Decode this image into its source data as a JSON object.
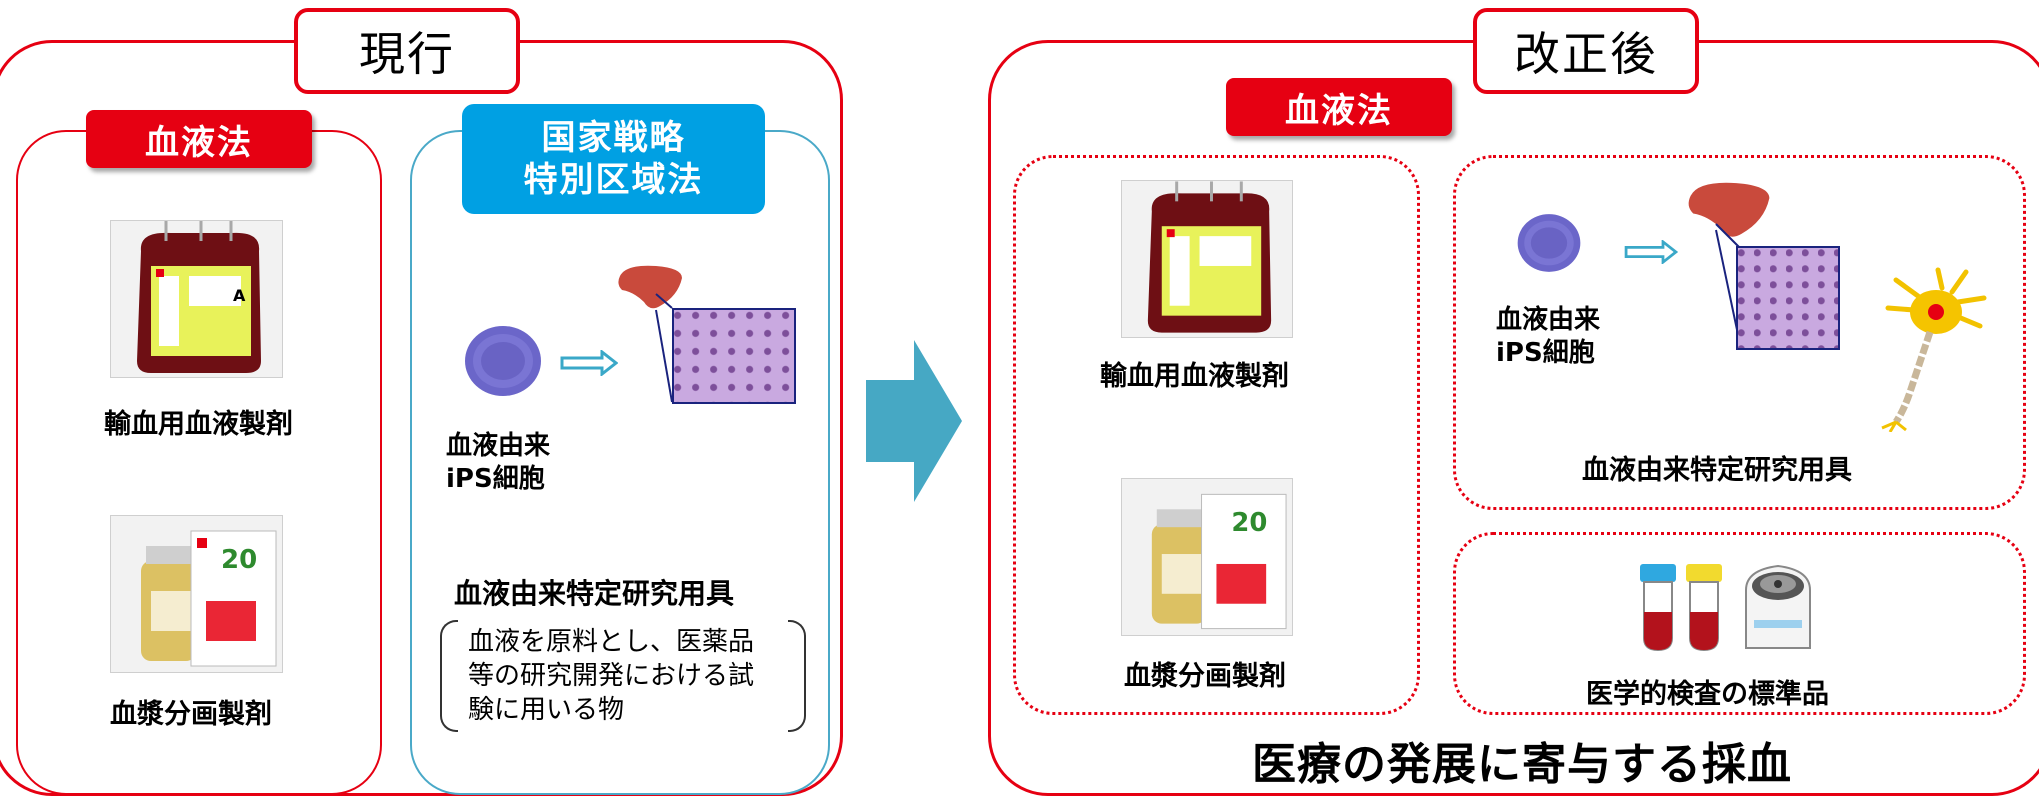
{
  "current": {
    "title": "現行",
    "blood_law_label": "血液法",
    "product1": "輸血用血液製剤",
    "product2": "血漿分画製剤",
    "special_zone_label": [
      "国家戦略",
      "特別区域法"
    ],
    "blood_derived": "血液由来\niPS細胞",
    "research_tool": "血液由来特定研究用具",
    "research_tool_desc": "血液を原料とし、医薬品\n等の研究開発における試\n験に用いる物"
  },
  "revised": {
    "title": "改正後",
    "blood_law_label": "血液法",
    "product1": "輸血用血液製剤",
    "product2": "血漿分画製剤",
    "blood_derived": "血液由来\niPS細胞",
    "research_tool": "血液由来特定研究用具",
    "lab_standard": "医学的検査の標準品",
    "bottom_message": "医療の発展に寄与する採血"
  },
  "colors": {
    "accent_red": "#e60012",
    "label_blue": "#00a0e3",
    "arrow_teal": "#46a8c4"
  }
}
